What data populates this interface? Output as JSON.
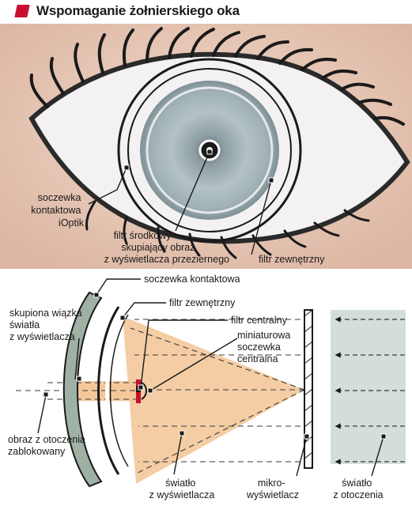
{
  "title": "Wspomaganie żołnierskiego oka",
  "colors": {
    "accent": "#c8102e",
    "skin": "#e8c8b6",
    "eye_white": "#f4f1f2",
    "iris": "#aab9bd",
    "light_beam": "#f3c89a",
    "ambient_light": "#d3ddd9",
    "lens": "#9fb0a4"
  },
  "top_labels": {
    "contact_lens": [
      "soczewka",
      "kontaktowa",
      "iOptik"
    ],
    "center_filter": [
      "filtr środkowy",
      "skupiający obraz",
      "z wyświetlacza przeziernego"
    ],
    "outer_filter": "filtr zewnętrzny"
  },
  "bottom_labels": {
    "contact_lens": "soczewka kontaktowa",
    "outer_filter": "filtr zewnętrzny",
    "central_filter": "filtr centralny",
    "focused_beam": [
      "skupiona wiązka",
      "światła",
      "z wyświetlacza"
    ],
    "mini_lens": [
      "miniaturowa",
      "soczewka",
      "centralna"
    ],
    "blocked_image": [
      "obraz z otoczenia",
      "zablokowany"
    ],
    "display_light": [
      "światło",
      "z wyświetlacza"
    ],
    "micro_display": [
      "mikro-",
      "wyświetlacz"
    ],
    "ambient_light": [
      "światło",
      "z otoczenia"
    ]
  }
}
